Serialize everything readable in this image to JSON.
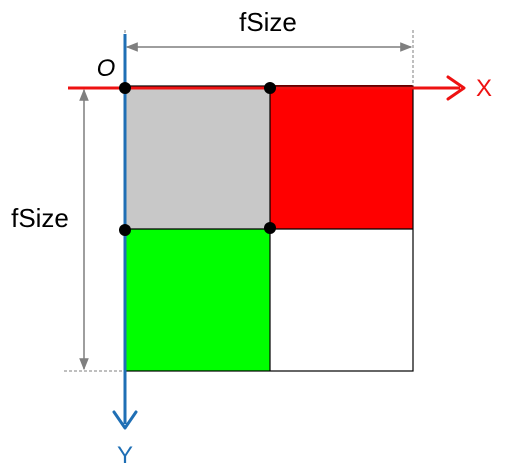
{
  "labels": {
    "width_dimension": "fSize",
    "height_dimension": "fSize",
    "origin": "O",
    "x_axis": "X",
    "y_axis": "Y"
  },
  "colors": {
    "top_left_cell": "#c8c8c8",
    "top_right_cell": "#ff0000",
    "bottom_left_cell": "#00ff00",
    "bottom_right_cell": "#ffffff",
    "x_axis": "#ee1111",
    "y_axis": "#1f6fb5",
    "dimension_lines": "#7f7f7f",
    "points": "#000000"
  }
}
